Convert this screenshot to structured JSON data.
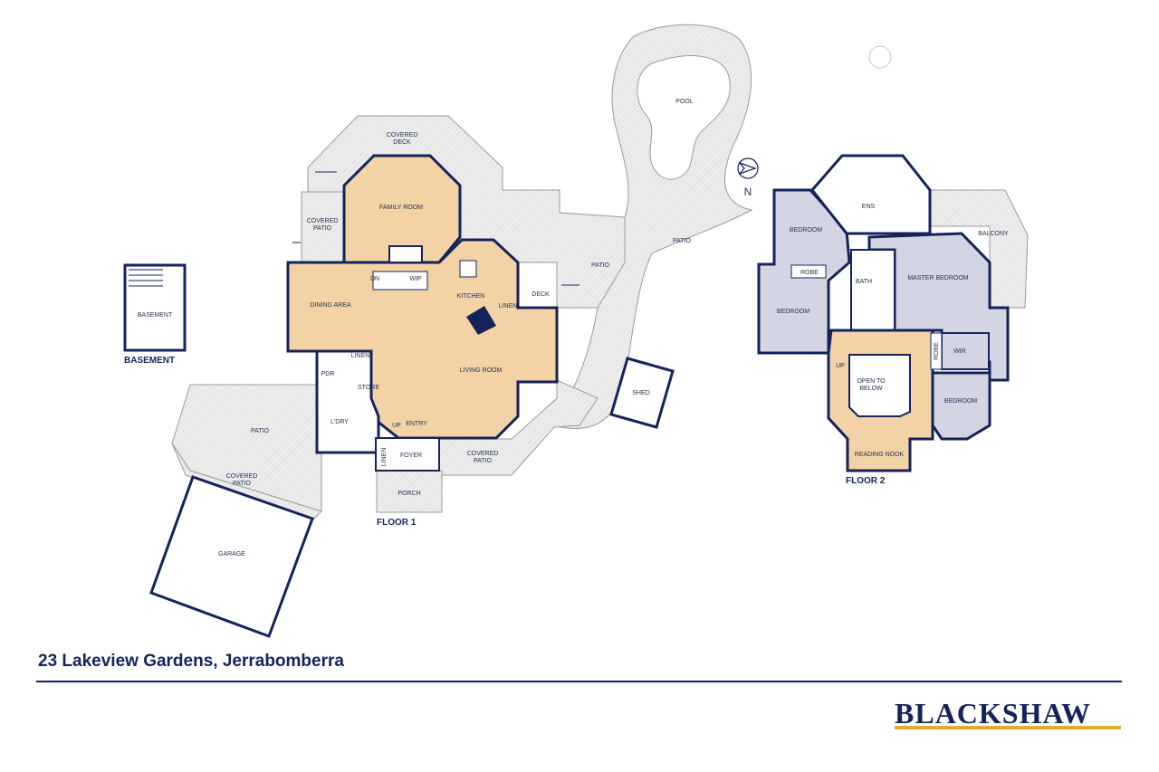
{
  "title": "23 Lakeview Gardens, Jerrabomberra",
  "brand": "BLACKSHAW",
  "colors": {
    "wall": "#14235a",
    "floor_living": "#f3d3a6",
    "floor_bedroom": "#d4d5e3",
    "outdoor": "#ececec",
    "accent": "#e2ac2c"
  },
  "floors": {
    "basement": "BASEMENT",
    "floor1": "FLOOR 1",
    "floor2": "FLOOR 2"
  },
  "rooms": {
    "pool": "POOL",
    "covered_deck": "COVERED\nDECK",
    "family_room": "FAMILY ROOM",
    "covered_patio_left": "COVERED\nPATIO",
    "dn": "DN",
    "wip": "WIP",
    "kitchen": "KITCHEN",
    "deck": "DECK",
    "linen_kitchen": "LINEN",
    "patio_center": "PATIO",
    "patio_pool": "PATIO",
    "basement": "BASEMENT",
    "dining_area": "DINING AREA",
    "linen_hall": "LINEN",
    "pdr": "PDR",
    "store": "STORE",
    "living_room": "LIVING ROOM",
    "shed": "SHED",
    "ldry": "L'DRY",
    "up_floor1": "UP",
    "entry": "ENTRY",
    "linen_entry": "LINEN",
    "foyer": "FOYER",
    "covered_patio_front": "COVERED\nPATIO",
    "porch": "PORCH",
    "patio_left": "PATIO",
    "covered_patio_garage": "COVERED\nPATIO",
    "garage": "GARAGE",
    "bedroom_top": "BEDROOM",
    "ens": "ENS",
    "balcony": "BALCONY",
    "robe_top": "ROBE",
    "master_bedroom": "MASTER BEDROOM",
    "bath": "BATH",
    "bedroom_left": "BEDROOM",
    "up_floor2": "UP",
    "open_to_below": "OPEN TO\nBELOW",
    "robe_right": "ROBE",
    "wir": "WIR",
    "bedroom_right": "BEDROOM",
    "reading_nook": "READING NOOK"
  },
  "compass": {
    "north": "N"
  }
}
